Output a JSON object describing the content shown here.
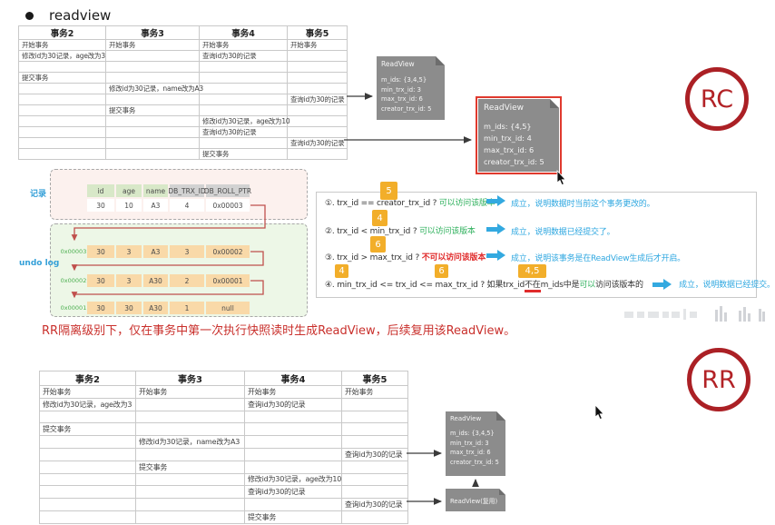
{
  "title": "readview",
  "caption": "RR隔离级别下，仅在事务中第一次执行快照读时生成ReadView，后续复用该ReadView。",
  "circle_labels": {
    "rc": "RC",
    "rr": "RR"
  },
  "top_table": {
    "headers": [
      "事务2",
      "事务3",
      "事务4",
      "事务5"
    ],
    "rows": [
      [
        "开始事务",
        "开始事务",
        "开始事务",
        "开始事务"
      ],
      [
        "修改id为30记录，age改为3",
        "",
        "查询id为30的记录",
        ""
      ],
      [
        "",
        "",
        "",
        ""
      ],
      [
        "提交事务",
        "",
        "",
        ""
      ],
      [
        "",
        "修改id为30记录，name改为A3",
        "",
        ""
      ],
      [
        "",
        "",
        "",
        "查询id为30的记录"
      ],
      [
        "",
        "提交事务",
        "",
        ""
      ],
      [
        "",
        "",
        "修改id为30记录，age改为10",
        ""
      ],
      [
        "",
        "",
        "查询id为30的记录",
        ""
      ],
      [
        "",
        "",
        "",
        "查询id为30的记录"
      ],
      [
        "",
        "",
        "提交事务",
        ""
      ]
    ]
  },
  "bottom_table": {
    "headers": [
      "事务2",
      "事务3",
      "事务4",
      "事务5"
    ],
    "rows": [
      [
        "开始事务",
        "开始事务",
        "开始事务",
        "开始事务"
      ],
      [
        "修改id为30记录，age改为3",
        "",
        "查询id为30的记录",
        ""
      ],
      [
        "",
        "",
        "",
        ""
      ],
      [
        "提交事务",
        "",
        "",
        ""
      ],
      [
        "",
        "修改id为30记录，name改为A3",
        "",
        ""
      ],
      [
        "",
        "",
        "",
        "查询id为30的记录"
      ],
      [
        "",
        "提交事务",
        "",
        ""
      ],
      [
        "",
        "",
        "修改id为30记录，age改为10",
        ""
      ],
      [
        "",
        "",
        "查询id为30的记录",
        ""
      ],
      [
        "",
        "",
        "",
        "查询id为30的记录"
      ],
      [
        "",
        "",
        "提交事务",
        ""
      ]
    ]
  },
  "readview": {
    "box_rc1": {
      "title": "ReadView",
      "lines": [
        "m_ids: {3,4,5}",
        "min_trx_id: 3",
        "max_trx_id: 6",
        "creator_trx_id: 5"
      ]
    },
    "box_rc2": {
      "title": "ReadView",
      "lines": [
        "m_ids: {4,5}",
        "min_trx_id: 4",
        "max_trx_id: 6",
        "creator_trx_id: 5"
      ]
    },
    "box_rr1": {
      "title": "ReadView",
      "lines": [
        "m_ids: {3,4,5}",
        "min_trx_id: 3",
        "max_trx_id: 6",
        "creator_trx_id: 5"
      ]
    },
    "box_rr2": {
      "title": "ReadView(复用)"
    }
  },
  "record": {
    "label": "记录",
    "headers": [
      "id",
      "age",
      "name",
      "DB_TRX_ID",
      "DB_ROLL_PTR"
    ],
    "row": [
      "30",
      "10",
      "A3",
      "4",
      "0x00003"
    ]
  },
  "undolog": {
    "label": "undo log",
    "rows": [
      {
        "ptr": "0x00003",
        "cells": [
          "30",
          "3",
          "A3",
          "3",
          "0x00002"
        ]
      },
      {
        "ptr": "0x00002",
        "cells": [
          "30",
          "3",
          "A30",
          "2",
          "0x00001"
        ]
      },
      {
        "ptr": "0x00001",
        "cells": [
          "30",
          "30",
          "A30",
          "1",
          "null"
        ]
      }
    ]
  },
  "rules": {
    "r1": {
      "badge": "5",
      "cond": "①. trx_id == creator_trx_id ? ",
      "verdict": "可以访问该版本",
      "conclusion": "成立，说明数据时当前这个事务更改的。"
    },
    "r2": {
      "badge": "4",
      "cond": "②. trx_id < min_trx_id ? ",
      "verdict": "可以访问该版本",
      "conclusion": "成立，说明数据已经提交了。"
    },
    "r3": {
      "badge": "6",
      "cond": "③. trx_id > max_trx_id ? ",
      "verdict": "不可以访问该版本",
      "conclusion": "成立，说明该事务是在ReadView生成后才开启。"
    },
    "r4": {
      "badge_min": "4",
      "badge_max": "6",
      "badge_mids": "4,5",
      "cond": "④. min_trx_id <= trx_id <= max_trx_id ?  如果trx_id",
      "not_in": "不在",
      "mid": "m_ids中是",
      "can": "可以",
      "tail": "访问该版本的",
      "conclusion": "成立，说明数据已经提交。"
    }
  },
  "colors": {
    "accent_red": "#b22226",
    "readview_gray": "#8c8c8c",
    "badge_yellow": "#f2ae2a",
    "blue": "#2ea7e0",
    "green": "#2eb05c",
    "alert_red": "#e02b2b",
    "undo_orange": "#f9d9a8",
    "caption_red": "#c9302c",
    "label_blue": "#35a0d8"
  }
}
